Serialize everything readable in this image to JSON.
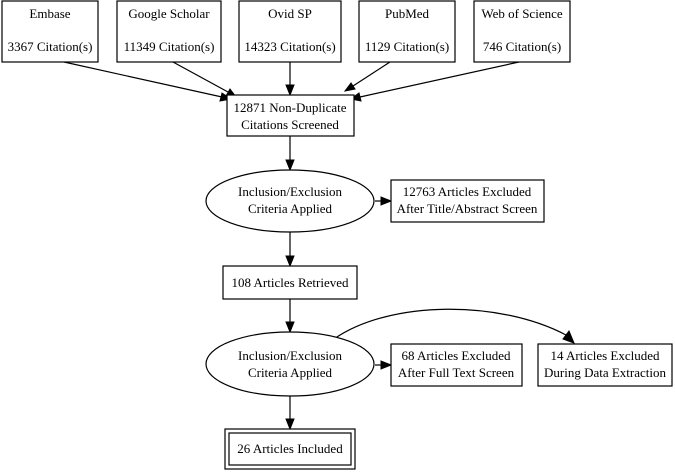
{
  "sources": [
    {
      "name": "Embase",
      "count": "3367 Citation(s)"
    },
    {
      "name": "Google Scholar",
      "count": "11349 Citation(s)"
    },
    {
      "name": "Ovid SP",
      "count": "14323 Citation(s)"
    },
    {
      "name": "PubMed",
      "count": "1129 Citation(s)"
    },
    {
      "name": "Web of Science",
      "count": "746 Citation(s)"
    }
  ],
  "screened": {
    "line1": "12871 Non-Duplicate",
    "line2": "Citations Screened"
  },
  "criteria_1": {
    "line1": "Inclusion/Exclusion",
    "line2": "Criteria Applied"
  },
  "excluded_title_abstract": {
    "line1": "12763 Articles Excluded",
    "line2": "After Title/Abstract Screen"
  },
  "retrieved": {
    "label": "108 Articles Retrieved"
  },
  "criteria_2": {
    "line1": "Inclusion/Exclusion",
    "line2": "Criteria Applied"
  },
  "excluded_full_text": {
    "line1": "68 Articles Excluded",
    "line2": "After Full Text Screen"
  },
  "excluded_data_extraction": {
    "line1": "14 Articles Excluded",
    "line2": "During Data Extraction"
  },
  "included": {
    "label": "26 Articles Included"
  }
}
